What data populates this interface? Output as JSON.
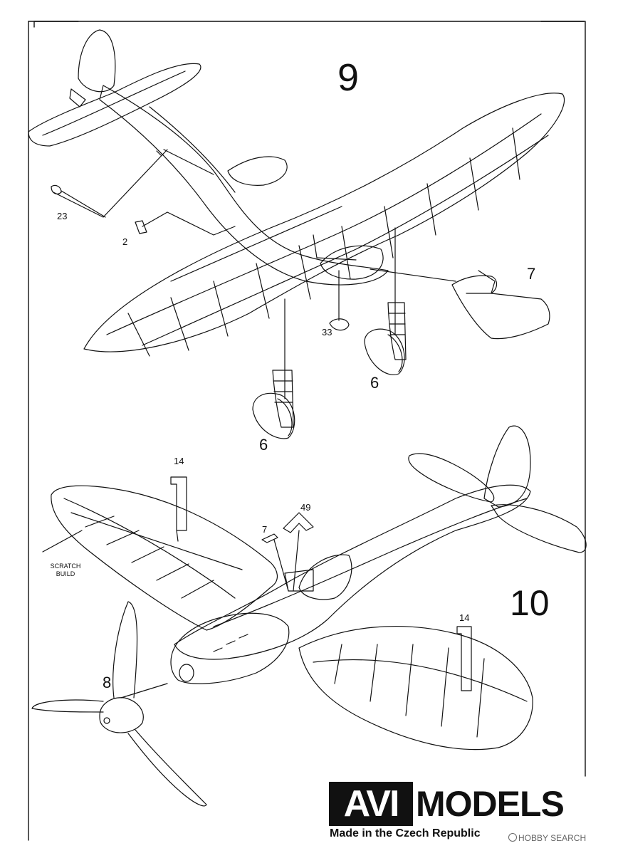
{
  "steps": {
    "step_a": "9",
    "step_b": "10"
  },
  "parts": {
    "p23": "23",
    "p2": "2",
    "p7a": "7",
    "p33": "33",
    "p6a": "6",
    "p6b": "6",
    "p14a": "14",
    "p49": "49",
    "p7b": "7",
    "p14b": "14",
    "p8": "8"
  },
  "notes": {
    "scratch_1": "SCRATCH",
    "scratch_2": "BUILD"
  },
  "logo": {
    "avi": "AVI",
    "models": "MODELS"
  },
  "footer": {
    "made_in": "Made in the Czech Republic"
  },
  "watermark": {
    "text": "HOBBY SEARCH"
  },
  "colors": {
    "ink": "#111111",
    "paper": "#ffffff"
  }
}
